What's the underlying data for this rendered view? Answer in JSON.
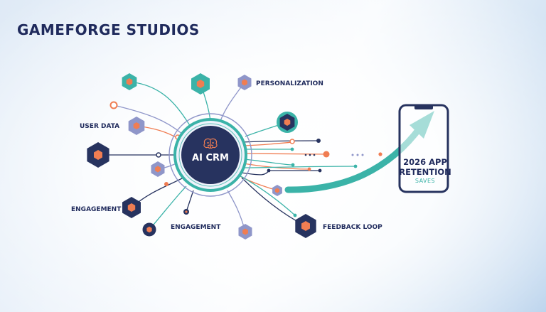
{
  "brand": {
    "title": "GAMEFORGE STUDIOS"
  },
  "hub": {
    "label": "AI CRM",
    "icon": "brain-icon"
  },
  "labels": {
    "personalization": "PERSONALIZATION",
    "user_data": "USER DATA",
    "engagement_left": "ENGAGEMENT",
    "engagement_bottom": "ENGAGEMENT",
    "feedback_loop": "FEEDBACK LOOP"
  },
  "phone": {
    "line1": "2026 APP",
    "line2": "RETENTION",
    "line3": "SAVES"
  },
  "colors": {
    "navy": "#27335f",
    "teal": "#3bb3a8",
    "orange": "#f07d52",
    "lavender": "#8f96c9",
    "background": "#eaf2fa"
  }
}
